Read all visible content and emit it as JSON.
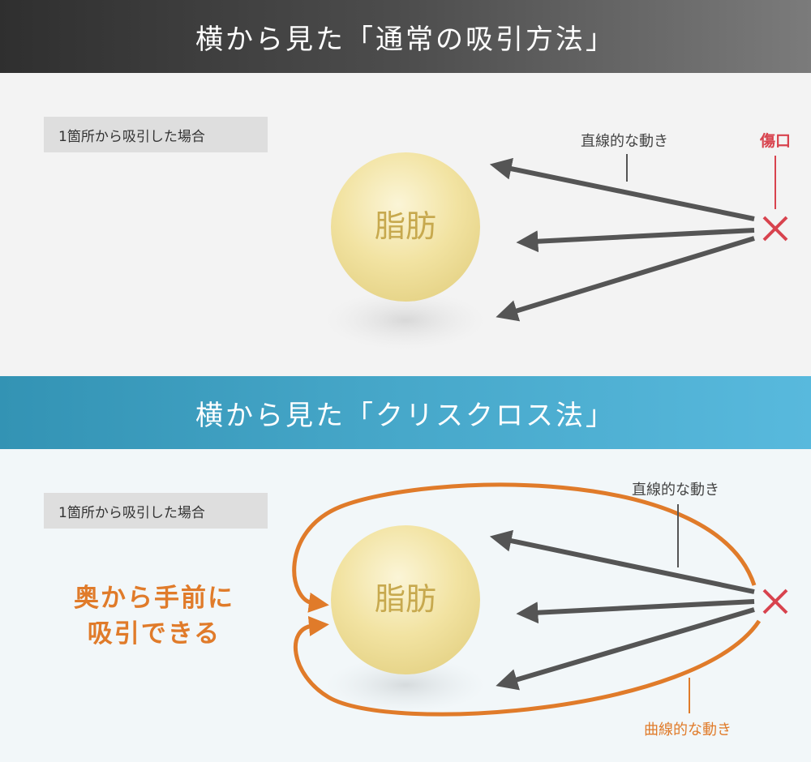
{
  "top_section": {
    "title": "横から見た「通常の吸引方法」",
    "case_label": "1箇所から吸引した場合",
    "fat_label": "脂肪",
    "straight_motion_label": "直線的な動き",
    "wound_label": "傷口"
  },
  "bottom_section": {
    "title": "横から見た「クリスクロス法」",
    "case_label": "1箇所から吸引した場合",
    "fat_label": "脂肪",
    "straight_motion_label": "直線的な動き",
    "curved_motion_label": "曲線的な動き",
    "description_line1": "奥から手前に",
    "description_line2": "吸引できる"
  },
  "icons": {
    "wound_mark": "x-mark-icon"
  },
  "colors": {
    "arrow_gray": "#555555",
    "wound_red": "#d8434e",
    "curve_orange": "#e07b2a",
    "fat_yellow": "#f2e3a2",
    "fat_text": "#c7a94e",
    "header_dark": "#3f3f3f",
    "header_blue": "#47a8ca"
  }
}
